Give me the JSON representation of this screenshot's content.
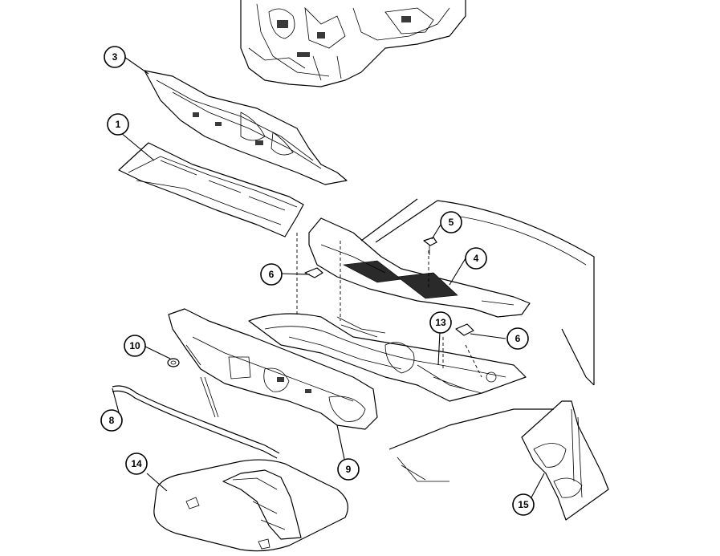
{
  "diagram": {
    "callouts": [
      {
        "id": "callout-3",
        "label": "3"
      },
      {
        "id": "callout-1",
        "label": "1"
      },
      {
        "id": "callout-5",
        "label": "5"
      },
      {
        "id": "callout-4",
        "label": "4"
      },
      {
        "id": "callout-6a",
        "label": "6"
      },
      {
        "id": "callout-13",
        "label": "13"
      },
      {
        "id": "callout-6b",
        "label": "6"
      },
      {
        "id": "callout-10",
        "label": "10"
      },
      {
        "id": "callout-8",
        "label": "8"
      },
      {
        "id": "callout-9",
        "label": "9"
      },
      {
        "id": "callout-14",
        "label": "14"
      },
      {
        "id": "callout-15",
        "label": "15"
      }
    ]
  }
}
